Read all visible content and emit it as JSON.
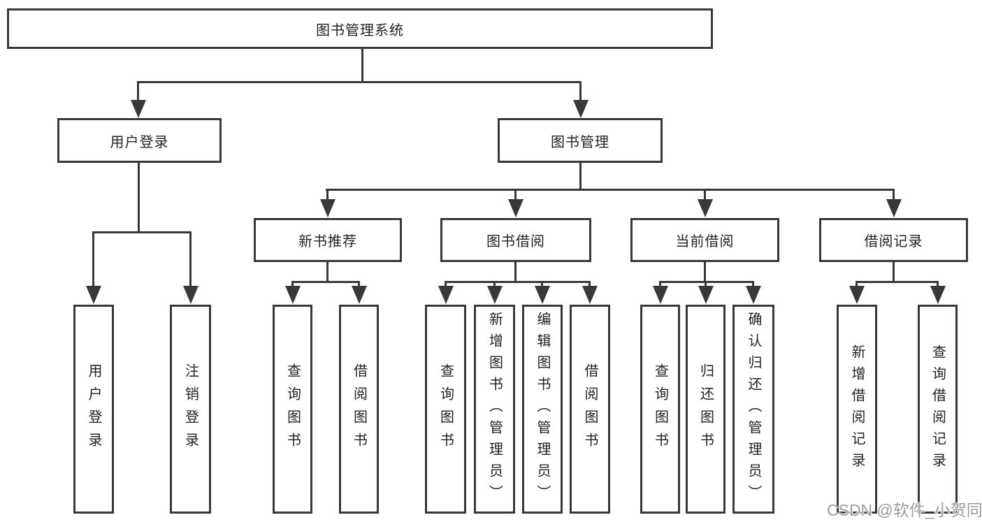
{
  "title": "图书管理系统",
  "watermark": "CSDN @软件_小贺同学",
  "colors": {
    "line": "#383838",
    "box_border": "#383838",
    "text": "#222222",
    "watermark": "#9d9d9d",
    "background": "#ffffff"
  },
  "tree": {
    "root": "图书管理系统",
    "branches": [
      {
        "label": "用户登录",
        "children": [
          {
            "label": "用户登录"
          },
          {
            "label": "注销登录"
          }
        ]
      },
      {
        "label": "图书管理",
        "children": [
          {
            "label": "新书推荐",
            "children": [
              {
                "label": "查询图书"
              },
              {
                "label": "借阅图书"
              }
            ]
          },
          {
            "label": "图书借阅",
            "children": [
              {
                "label": "查询图书"
              },
              {
                "label": "新增图书（管理员）"
              },
              {
                "label": "编辑图书（管理员）"
              },
              {
                "label": "借阅图书"
              }
            ]
          },
          {
            "label": "当前借阅",
            "children": [
              {
                "label": "查询图书"
              },
              {
                "label": "归还图书"
              },
              {
                "label": "确认归还（管理员）"
              }
            ]
          },
          {
            "label": "借阅记录",
            "children": [
              {
                "label": "新增借阅记录"
              },
              {
                "label": "查询借阅记录"
              }
            ]
          }
        ]
      }
    ]
  }
}
